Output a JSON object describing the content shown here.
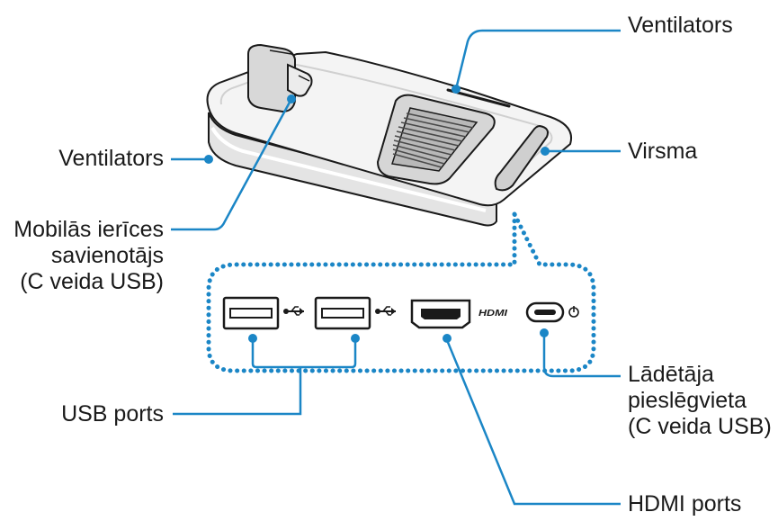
{
  "labels": {
    "ventilators_top": "Ventilators",
    "virsma": "Virsma",
    "ventilators_left": "Ventilators",
    "mobile_connector": [
      "Mobilās ierīces",
      "savienotājs",
      "(C veida USB)"
    ],
    "usb_ports": "USB ports",
    "charger_port": [
      "Lādētāja",
      "pieslēgvieta",
      "(C veida USB)"
    ],
    "hdmi_ports": "HDMI ports"
  },
  "port_markings": {
    "hdmi_logo": "HDMI"
  },
  "icons": [
    "usb-icon",
    "usb-icon",
    "hdmi-logo",
    "power-icon"
  ],
  "colors": {
    "leader_line": "#1b86c6",
    "outline": "#1a1a1a",
    "device_body": "#f2f2f2",
    "device_shadow": "#cfcfcf"
  }
}
